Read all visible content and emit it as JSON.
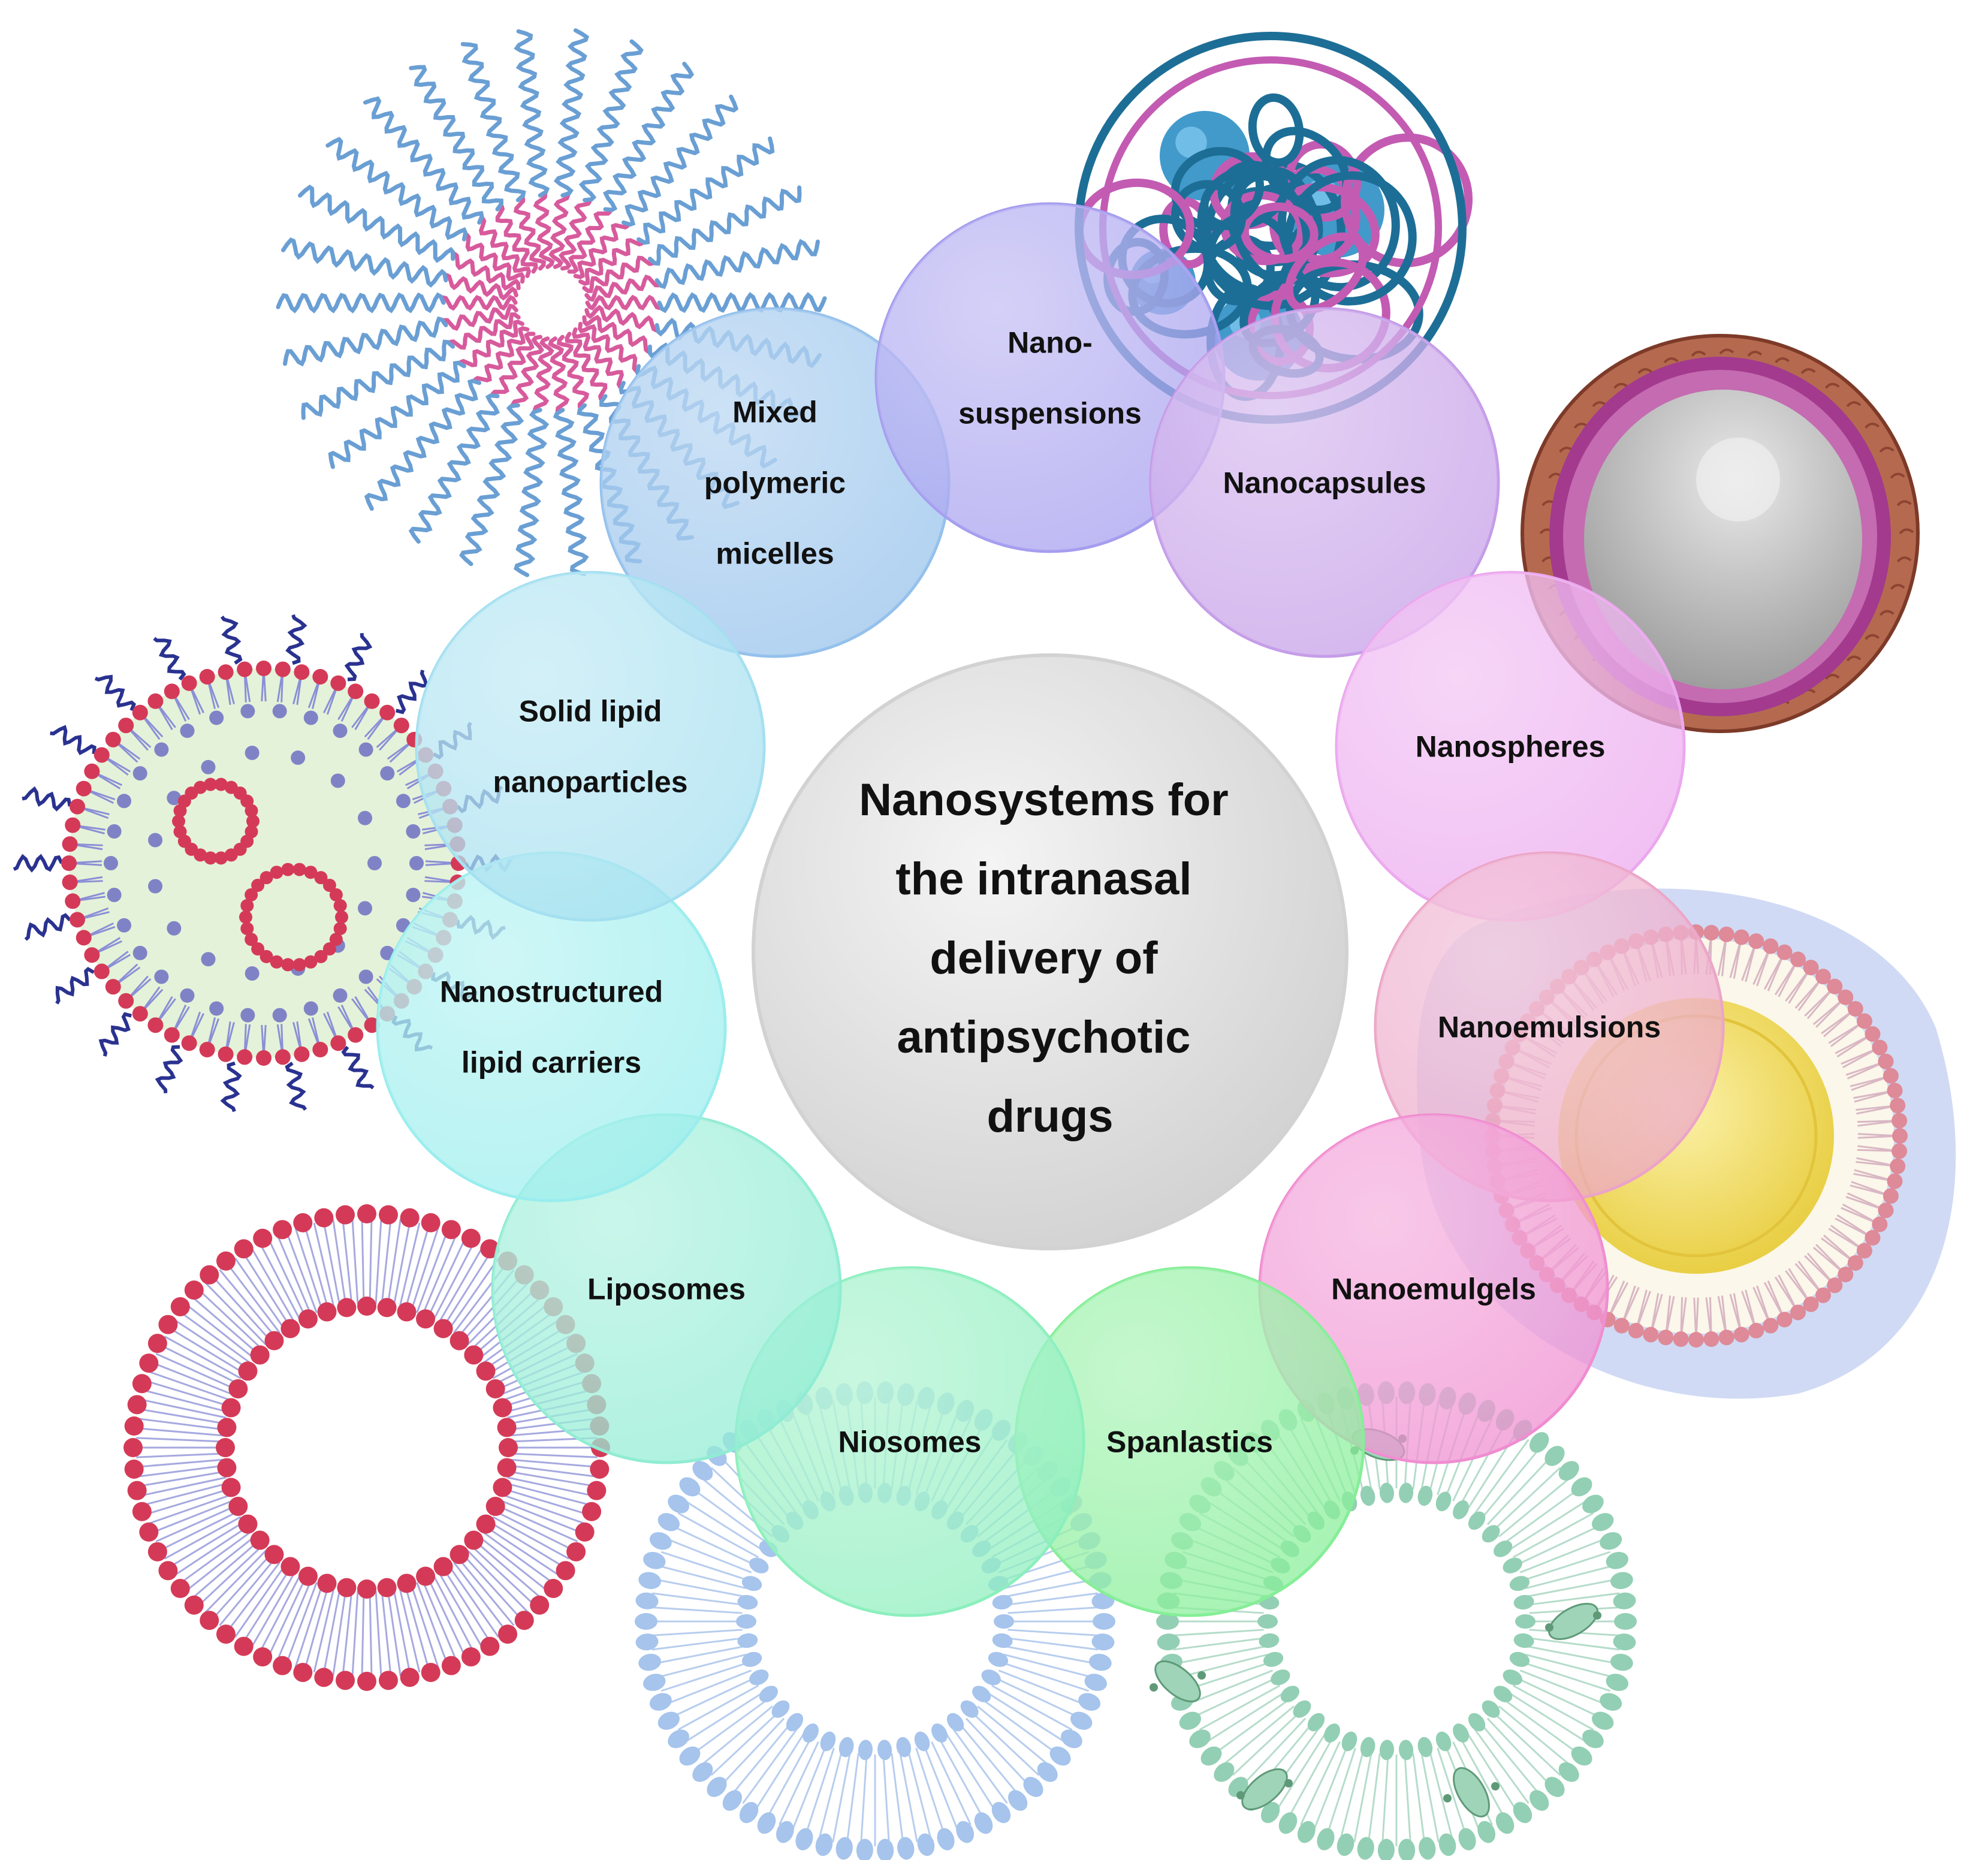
{
  "center": {
    "lines": [
      "Nanosystems for",
      "the intranasal",
      "delivery of",
      "antipsychotic",
      "drugs"
    ]
  },
  "nodes": [
    {
      "id": "mixed-polymeric-micelles",
      "lines": [
        "Mixed",
        "polymeric",
        "micelles"
      ],
      "color": "#93c0ec"
    },
    {
      "id": "nanosuspensions",
      "lines": [
        "Nano-",
        "suspensions"
      ],
      "color": "#a49cef"
    },
    {
      "id": "nanocapsules",
      "lines": [
        "Nanocapsules"
      ],
      "color": "#c49be8"
    },
    {
      "id": "nanospheres",
      "lines": [
        "Nanospheres"
      ],
      "color": "#eba6ee"
    },
    {
      "id": "nanoemulsions",
      "lines": [
        "Nanoemulsions"
      ],
      "color": "#eba3c6"
    },
    {
      "id": "nanoemulgels",
      "lines": [
        "Nanoemulgels"
      ],
      "color": "#f08bd0"
    },
    {
      "id": "spanlastics",
      "lines": [
        "Spanlastics"
      ],
      "color": "#83ee95"
    },
    {
      "id": "niosomes",
      "lines": [
        "Niosomes"
      ],
      "color": "#8aefbc"
    },
    {
      "id": "liposomes",
      "lines": [
        "Liposomes"
      ],
      "color": "#8eecd2"
    },
    {
      "id": "nanostructured-lipid-carriers",
      "lines": [
        "Nanostructured",
        "lipid carriers"
      ],
      "color": "#98eded"
    },
    {
      "id": "solid-lipid-nanoparticles",
      "lines": [
        "Solid lipid",
        "nanoparticles"
      ],
      "color": "#a2dff0"
    }
  ],
  "colors": {
    "micelle_corona": "#6a9fd4",
    "micelle_core": "#d75b9c",
    "polymer_blue": "#1d6e96",
    "polymer_pink": "#c35bb3",
    "lipid_red": "#d43a57",
    "lipid_tail": "#8b8fd6",
    "niosome_head": "#a6c4ec",
    "spanlastic_head": "#93cfb4",
    "capsule_shell": "#a0503a",
    "capsule_wall": "#a33a8e",
    "capsule_core": "#c6c6c6",
    "emulsion_core": "#f1de6c",
    "emulsion_halo": "#c8d3f2",
    "center_fill": "#e3e3e3"
  }
}
